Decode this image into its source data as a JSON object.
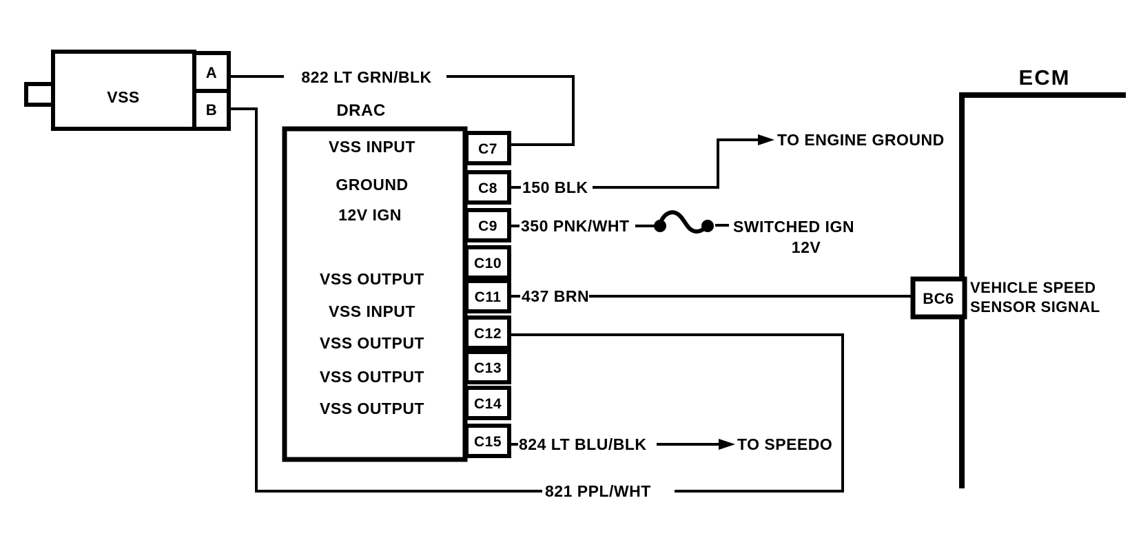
{
  "diagram": {
    "title_hint": "VSS / DRAC / ECM wiring diagram",
    "colors": {
      "ink": "#000000",
      "paper": "#ffffff"
    }
  },
  "vss": {
    "label": "VSS",
    "pin_a": "A",
    "pin_b": "B"
  },
  "drac": {
    "title": "DRAC",
    "labels": [
      "VSS INPUT",
      "GROUND",
      "12V IGN",
      "VSS OUTPUT",
      "VSS INPUT",
      "VSS OUTPUT",
      "VSS OUTPUT",
      "VSS OUTPUT"
    ],
    "pins": [
      "C7",
      "C8",
      "C9",
      "C10",
      "C11",
      "C12",
      "C13",
      "C14",
      "C15"
    ]
  },
  "wires": {
    "w822": "822 LT GRN/BLK",
    "w150": "150 BLK",
    "engine_ground": "TO ENGINE GROUND",
    "w350": "350 PNK/WHT",
    "switched_ign": "SWITCHED IGN",
    "switched_ign_voltage": "12V",
    "w437": "437 BRN",
    "w824": "824 LT BLU/BLK",
    "to_speedo": "TO SPEEDO",
    "w821": "821 PPL/WHT"
  },
  "ecm": {
    "title": "ECM",
    "connector": "BC6",
    "signal_line1": "VEHICLE SPEED",
    "signal_line2": "SENSOR SIGNAL"
  }
}
